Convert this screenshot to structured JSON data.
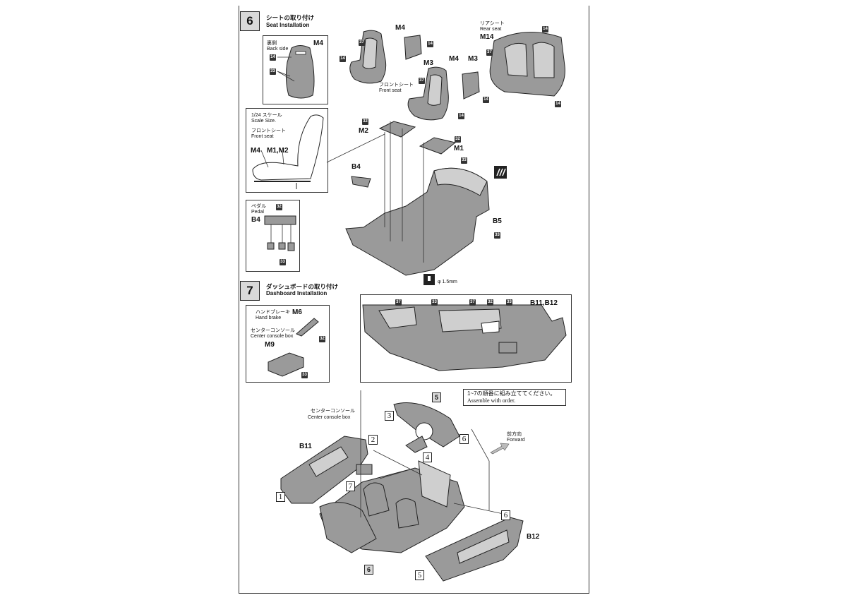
{
  "step6": {
    "number": "6",
    "title_jp": "シートの取り付け",
    "title_en": "Seat Installation",
    "inset_back": {
      "label_jp": "裏側",
      "label_en": "Back side",
      "part": "M4",
      "colors": [
        "14",
        "33"
      ]
    },
    "inset_scale": {
      "title_jp": "1/24 スケール",
      "title_en": "Scale Size.",
      "sub_jp": "フロントシート",
      "sub_en": "Front seat",
      "part_a": "M4",
      "part_b": "M1,M2"
    },
    "inset_pedal": {
      "label_jp": "ペダル",
      "label_en": "Pedal",
      "part": "B4",
      "colors": [
        "32",
        "33"
      ]
    },
    "front_seat_jp": "フロントシート",
    "front_seat_en": "Front seat",
    "rear_seat_jp": "リアシート",
    "rear_seat_en": "Rear seat",
    "parts": {
      "m4": "M4",
      "m3": "M3",
      "m2": "M2",
      "m1": "M1",
      "m14": "M14",
      "b4": "B4",
      "b5": "B5"
    },
    "colors": {
      "c14": "14",
      "c37": "37",
      "c32": "32",
      "c33": "33"
    },
    "drill": "φ 1.5mm"
  },
  "step7": {
    "number": "7",
    "title_jp": "ダッシュボードの取り付け",
    "title_en": "Dashboard Installation",
    "hand_brake_jp": "ハンドブレーキ",
    "hand_brake_en": "Hand brake",
    "console_jp": "センターコンソール",
    "console_en": "Center console box",
    "parts": {
      "m6": "M6",
      "m9": "M9",
      "b11b12": "B11,B12",
      "b11": "B11",
      "b12": "B12"
    },
    "colors": {
      "c37": "37",
      "c33": "33",
      "c32": "32"
    },
    "note_jp": "1~7の順番に組み立ててください。",
    "note_en": "Assemble with order.",
    "forward_jp": "前方向",
    "forward_en": "Forward",
    "sequence": [
      "1",
      "2",
      "3",
      "4",
      "5",
      "6",
      "7"
    ],
    "boxed": [
      "5",
      "6"
    ]
  }
}
